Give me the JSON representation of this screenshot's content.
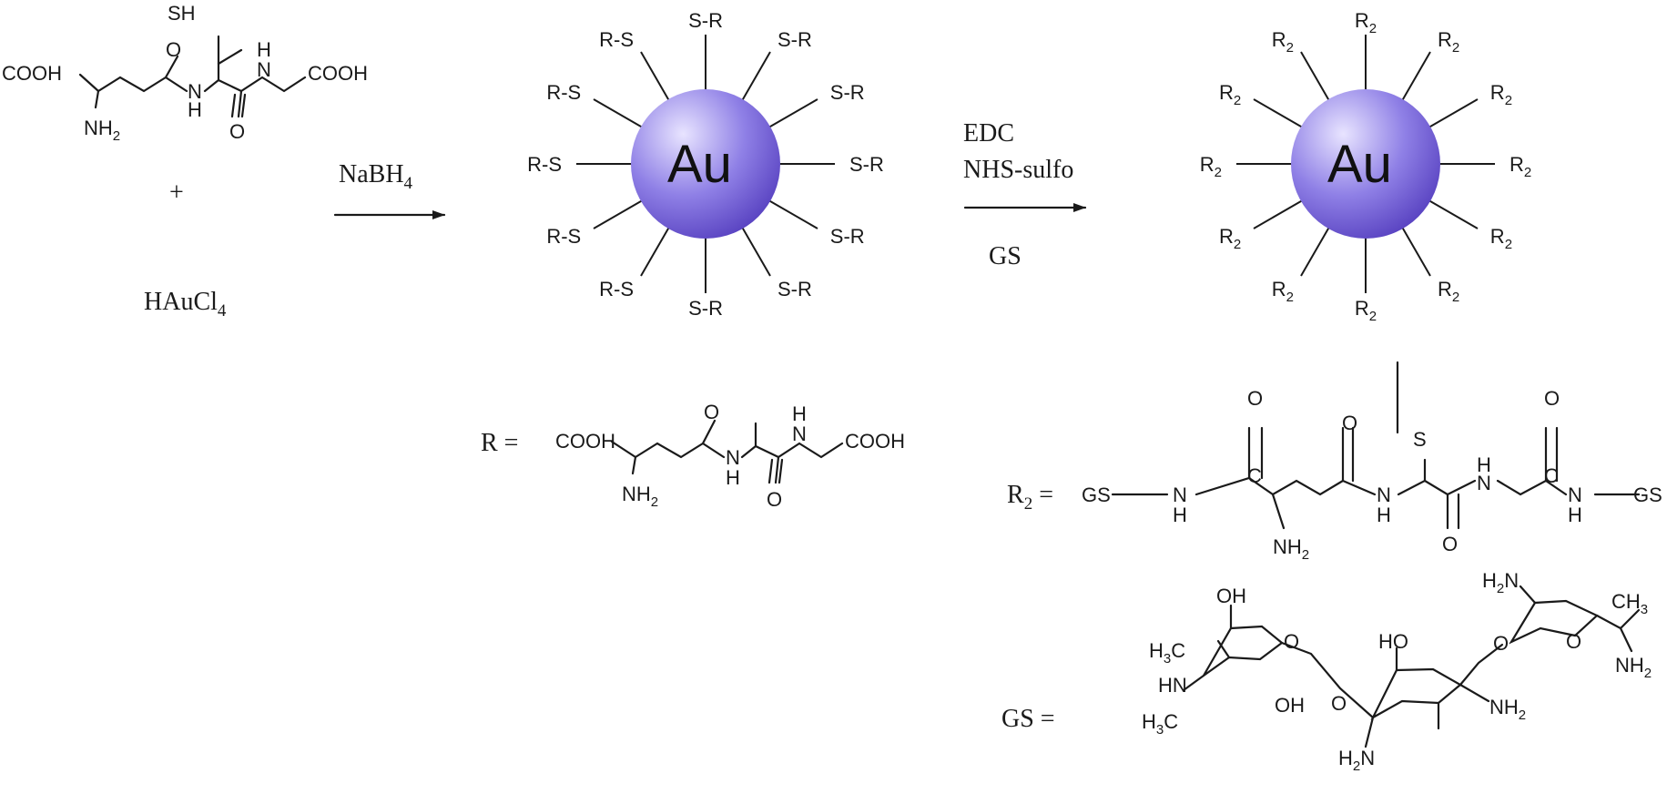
{
  "colors": {
    "sphere_light": "#e8e4ff",
    "sphere_mid": "#8f80e6",
    "sphere_dark": "#5a44c2",
    "ink": "#1a1a1a"
  },
  "reactants": {
    "glutathione": {
      "cooh_left": "COOH",
      "nh2": "NH",
      "nh2_sub": "2",
      "sh": "SH",
      "o_top": "O",
      "nh_mid": "H",
      "n_mid": "N",
      "h_top": "H",
      "n_top": "N",
      "o_bottom": "O",
      "cooh_right": "COOH"
    },
    "plus": "+",
    "haucl4_main": "HAuCl",
    "haucl4_sub": "4"
  },
  "step1": {
    "reagent_main": "NaBH",
    "reagent_sub": "4"
  },
  "step2": {
    "line1": "EDC",
    "line2": "NHS-sulfo",
    "line3": "GS"
  },
  "particle1": {
    "core_label": "Au",
    "ligand_label_left": "R-S",
    "ligand_label_right": "S-R"
  },
  "particle2": {
    "core_label": "Au",
    "ligand_label_main": "R",
    "ligand_label_sub": "2"
  },
  "r_definition": {
    "label": "R =",
    "cooh_left": "COOH",
    "nh2": "NH",
    "nh2_sub": "2",
    "o_top": "O",
    "nh_mid_n": "N",
    "nh_mid_h": "H",
    "h_top": "H",
    "n_top": "N",
    "o_bottom": "O",
    "cooh_right": "COOH"
  },
  "r2_definition": {
    "label_main": "R",
    "label_sub": "2",
    "label_eq": " =",
    "gs_left": "GS",
    "n1": "N",
    "h1": "H",
    "o1": "O",
    "c1": "C",
    "nh2": "NH",
    "nh2_sub": "2",
    "o2": "O",
    "s": "S",
    "n2": "N",
    "h2": "H",
    "h3": "H",
    "n3": "N",
    "o3": "O",
    "o4": "O",
    "c2": "C",
    "n4": "N",
    "h4": "H",
    "gs_right": "GS"
  },
  "gs_definition": {
    "label": "GS =",
    "oh1": "OH",
    "h3c_a_main": "H",
    "h3c_a_sub": "3",
    "h3c_a_c": "C",
    "hn": "HN",
    "h3c_b_main": "H",
    "h3c_b_sub": "3",
    "h3c_b_c": "C",
    "ring_o1": "O",
    "oh2": "OH",
    "o_link1": "O",
    "oh3": "HO",
    "nh2_a": "NH",
    "nh2_a_sub": "2",
    "h2n_a_main": "H",
    "h2n_a_sub": "2",
    "h2n_a_n": "N",
    "o_link2": "O",
    "ring_o2": "O",
    "h2n_b_main": "H",
    "h2n_b_sub": "2",
    "h2n_b_n": "N",
    "ch3": "CH",
    "ch3_sub": "3",
    "nh2_b": "NH",
    "nh2_b_sub": "2"
  }
}
